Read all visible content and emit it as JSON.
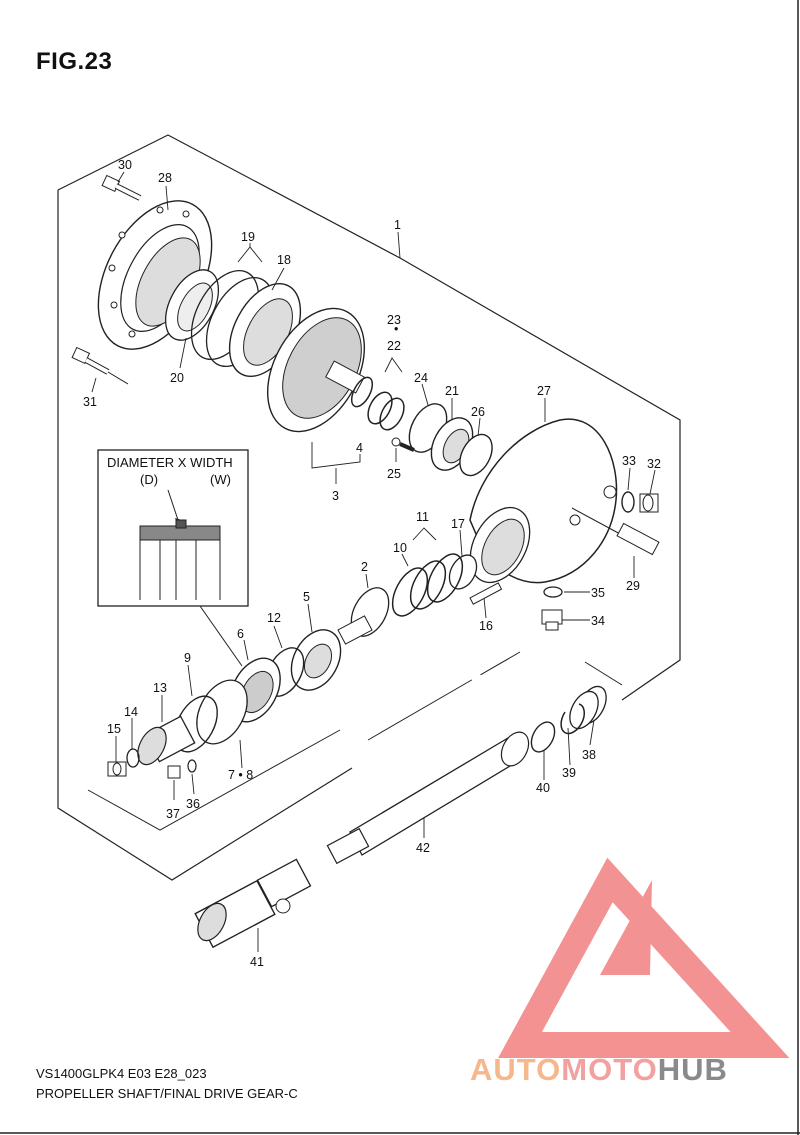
{
  "figure": {
    "title": "FIG.23",
    "model_code": "VS1400GLPK4 E03 E28_023",
    "section_title": "PROPELLER SHAFT/FINAL DRIVE GEAR-C"
  },
  "detail_box": {
    "heading": "DIAMETER X WIDTH",
    "label_d": "(D)",
    "label_w": "(W)"
  },
  "callouts": [
    {
      "id": "c30",
      "text": "30"
    },
    {
      "id": "c28",
      "text": "28"
    },
    {
      "id": "c19",
      "text": "19"
    },
    {
      "id": "c18",
      "text": "18"
    },
    {
      "id": "c1",
      "text": "1"
    },
    {
      "id": "c23",
      "text": "23"
    },
    {
      "id": "c22",
      "text": "22"
    },
    {
      "id": "c24",
      "text": "24"
    },
    {
      "id": "c21",
      "text": "21"
    },
    {
      "id": "c27",
      "text": "27"
    },
    {
      "id": "c26",
      "text": "26"
    },
    {
      "id": "c20",
      "text": "20"
    },
    {
      "id": "c31",
      "text": "31"
    },
    {
      "id": "c4",
      "text": "4"
    },
    {
      "id": "c25",
      "text": "25"
    },
    {
      "id": "c3",
      "text": "3"
    },
    {
      "id": "c33",
      "text": "33"
    },
    {
      "id": "c32",
      "text": "32"
    },
    {
      "id": "c11",
      "text": "11"
    },
    {
      "id": "c17",
      "text": "17"
    },
    {
      "id": "c10",
      "text": "10"
    },
    {
      "id": "c29",
      "text": "29"
    },
    {
      "id": "c2",
      "text": "2"
    },
    {
      "id": "c35",
      "text": "35"
    },
    {
      "id": "c5",
      "text": "5"
    },
    {
      "id": "c12",
      "text": "12"
    },
    {
      "id": "c16",
      "text": "16"
    },
    {
      "id": "c34",
      "text": "34"
    },
    {
      "id": "c6",
      "text": "6"
    },
    {
      "id": "c9",
      "text": "9"
    },
    {
      "id": "c13",
      "text": "13"
    },
    {
      "id": "c14",
      "text": "14"
    },
    {
      "id": "c15",
      "text": "15"
    },
    {
      "id": "c78",
      "text": "7 • 8"
    },
    {
      "id": "c38",
      "text": "38"
    },
    {
      "id": "c39",
      "text": "39"
    },
    {
      "id": "c40",
      "text": "40"
    },
    {
      "id": "c37",
      "text": "37"
    },
    {
      "id": "c36",
      "text": "36"
    },
    {
      "id": "c42",
      "text": "42"
    },
    {
      "id": "c41",
      "text": "41"
    }
  ],
  "watermark": {
    "part_a": "AUTO",
    "part_b": "MOTO",
    "part_c": "HUB",
    "color_a": "#f6b78c",
    "color_b": "#f3a0a0",
    "color_c": "#8a8a8a",
    "logo_color": "#f27f7f"
  }
}
